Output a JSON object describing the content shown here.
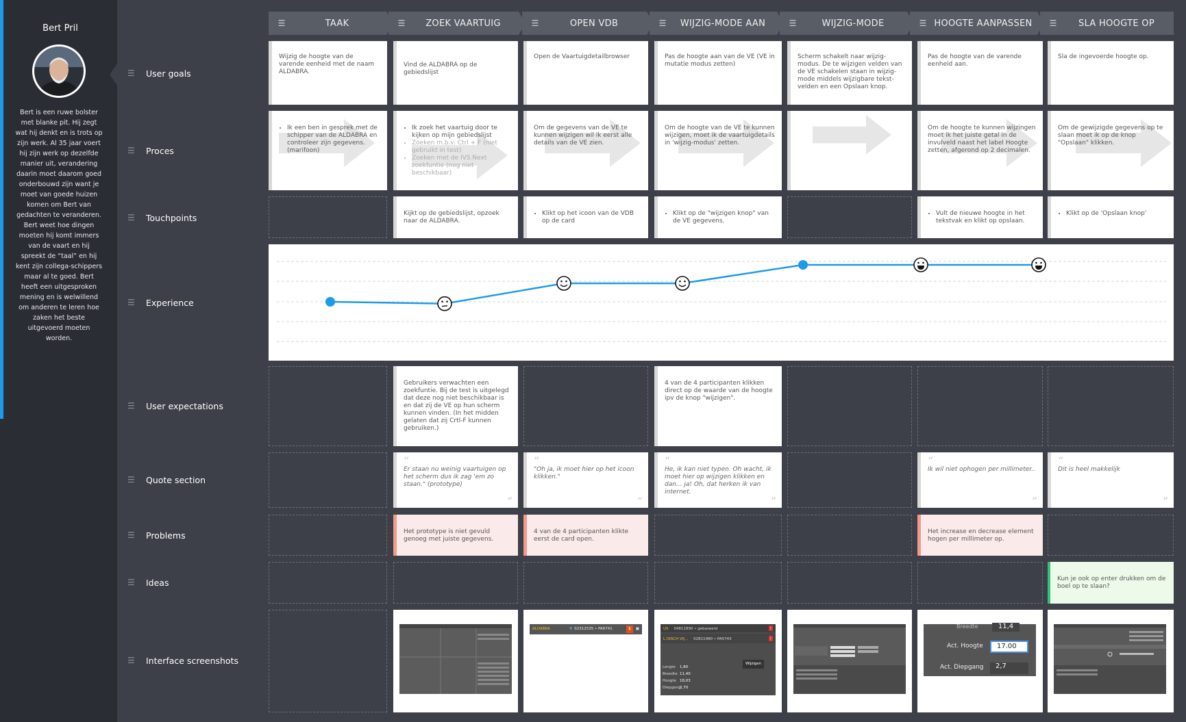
{
  "persona": {
    "name": "Bert Pril",
    "bio": "Bert is een ruwe bolster met blanke pit. Hij zegt wat hij denkt en is trots op zijn werk. Al 35 jaar voert hij zijn werk op dezelfde manier uit, verandering daarin moet daarom goed onderbouwd zijn want je moet van goede huizen komen om Bert van gedachten te veranderen. Bert weet hoe dingen moeten hij komt immers van de vaart en hij spreekt de “taal” en hij kent zijn collega-schippers maar al te goed. Bert heeft een uitgesproken mening en is welwillend om anderen te leren hoe zaken het beste uitgevoerd moeten worden."
  },
  "columns": [
    "TAAK",
    "ZOEK VAARTUIG",
    "OPEN VDB",
    "WIJZIG-MODE AAN",
    "WIJZIG-MODE",
    "HOOGTE AANPASSEN",
    "SLA HOOGTE OP"
  ],
  "rows": {
    "user_goals": "User goals",
    "proces": "Proces",
    "touchpoints": "Touchpoints",
    "experience": "Experience",
    "user_expectations": "User expectations",
    "quote_section": "Quote section",
    "problems": "Problems",
    "ideas": "Ideas",
    "interface_screenshots": "Interface screenshots"
  },
  "user_goals": [
    "Wijzig de hoogte van de varende eenheid met de naam ALDABRA.",
    "Vind de ALDABRA op de gebiedslijst",
    "Open de Vaartuigdetailbrowser",
    "Pas de hoogte aan van de VE (VE in mutatie modus zetten)",
    "Scherm schakelt naar wijzig-modus. De te wijzigen velden van de VE schakelen staan in wijzig-mode middels wijzigbare tekst-velden en een Opslaan knop.",
    "Pas de hoogte van de varende eenheid aan.",
    "Sla de ingevoerde hoogte op."
  ],
  "proces": {
    "taak": "Ik een ben in gesprek met de schipper van de ALDABRA en controleer zijn gegevens. (marifoon)",
    "zoek_1": "Ik zoek het vaartuig door te kijken op mijn gebiedslijst",
    "zoek_2": "Zoeken m.b.v. Ctrl + F (niet gebruikt in test)",
    "zoek_3": "Zoeken met de IVS.Next zoekfuntie (nog niet beschikbaar)",
    "open_vdb": "Om de gegevens van de VE te kunnen wijzigen wil ik eerst alle details van de VE zien.",
    "wijzig_aan": "Om de hoogte van de VE te kunnen wijzigen, moet ik de vaartuigdetails in 'wijzig-modus' zetten.",
    "hoogte": "Om de hoogte te kunnen wijzingen moet ik het juiste getal in de invulveld naast het label Hoogte zetten, afgerond op 2 decimalen.",
    "opslaan": "Om de gewijzigde gegevens op te slaan moet ik op de knop \"Opslaan\" klikken."
  },
  "touchpoints": {
    "zoek": "Kijkt op de gebiedslijst, opzoek naar de ALDABRA.",
    "open_vdb": "Klikt op het icoon van de VDB op de card",
    "wijzig_aan": "Klikt op de \"wijzigen knop\" van de VE gegevens.",
    "hoogte": "Vult de nieuwe hoogte in het tekstvak en klikt op opslaan.",
    "opslaan": "Klikt op de 'Opslaan knop'"
  },
  "experience": {
    "levels": [
      0,
      -0.1,
      1,
      1,
      2,
      2,
      2
    ],
    "markers": [
      "dot",
      "neutral-face",
      "smile-face",
      "smile-face",
      "dot",
      "grin-face",
      "grin-face"
    ],
    "line_color": "#1e9be8"
  },
  "user_expectations": {
    "zoek": "Gebruikers verwachten een zoekfuntie. Bij de test is uitgelegd dat deze nog niet beschikbaar is en dat zij de VE op hun scherm kunnen vinden. (In het midden gelaten dat zij Crtl-F kunnen gebruiken.)",
    "wijzig_aan": "4 van de 4 participanten klikken direct op de waarde van de hoogte ipv de knop \"wijzigen\"."
  },
  "quotes": {
    "zoek": "Er staan nu weinig vaartuigen op het scherm dus ik zag 'em zo staan.\" (prototype)",
    "open_vdb": "\"Oh ja, ik moet hier op het icoon klikken.\"",
    "wijzig_aan": "He, ik kan niet typen. Oh wacht, ik moet hier op wijzigen klikken en dan... ja! Oh, dat herken ik van internet.",
    "hoogte": "Ik wil niet ophogen per millimeter..",
    "opslaan": "Dit is heel makkelijk"
  },
  "problems": {
    "zoek": "Het prototype is niet gevuld genoeg met juiste gegevens.",
    "open_vdb": "4 van de 4 participanten klikte eerst de card open.",
    "hoogte": "Het increase en decrease element hogen per millimeter op."
  },
  "ideas": {
    "opslaan": "Kun je ook op enter drukken om de boel op te slaan?"
  },
  "screenshots": {
    "open_vdb": {
      "vessel": "ALDABRA",
      "numbers": "02312535 • PA6741",
      "alert": "1"
    },
    "wijzig_aan": {
      "row1": "US",
      "row1_num": "04811890 • gebaseerd",
      "row2": "L DISCH VIJ...",
      "row2_num": "02811480 • PA5743",
      "button": "Wijzigen",
      "labels": [
        "Lengte",
        "Breedte",
        "Hoogte",
        "Diepgang"
      ],
      "values": [
        "1,80",
        "11,40",
        "18,03",
        "2,70"
      ]
    },
    "hoogte": {
      "top_label": "Breedte",
      "top_value": "11,4",
      "label_hoogte": "Act. Hoogte",
      "value_hoogte": "17.00",
      "label_diepgang": "Act. Diepgang",
      "value_diepgang": "2,7"
    }
  }
}
